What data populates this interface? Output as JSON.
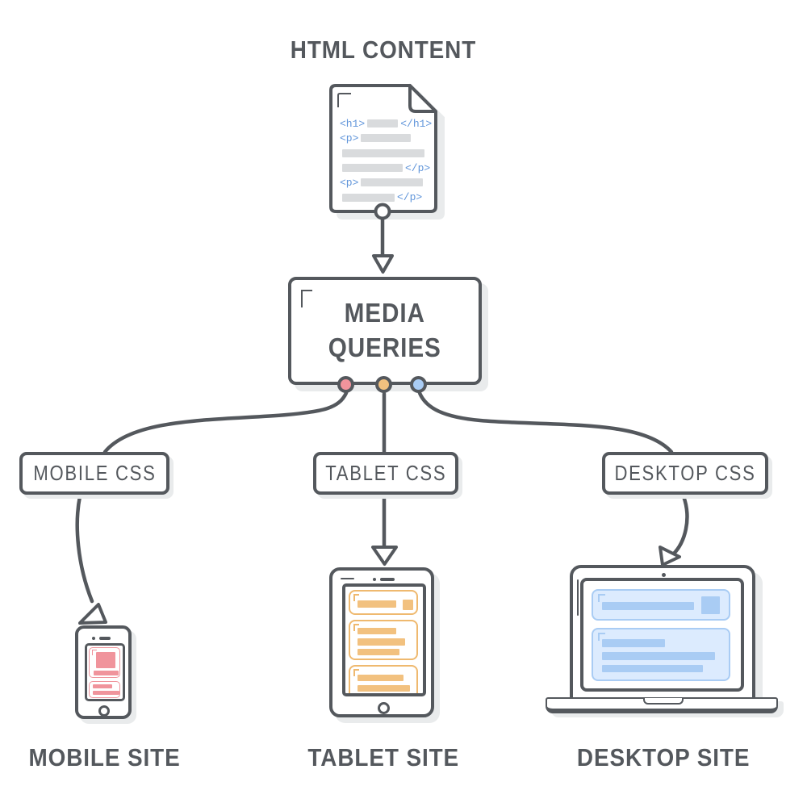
{
  "title": "HTML CONTENT",
  "colors": {
    "ink": "#54585d",
    "shadow": "#e9ebec",
    "code_blue": "#6095da",
    "bar_gray": "#d9dbdd",
    "pink": "#f0949c",
    "orange": "#f2c17f",
    "orange_border": "#efb96f",
    "blue": "#a9ccf4",
    "blue_fill": "#dcebfe",
    "blue_border": "#a9ccf4"
  },
  "document": {
    "code_lines": [
      {
        "open": "<h1>",
        "bar": 38,
        "close": "</h1>"
      },
      {
        "open": "<p>",
        "bar": 62,
        "close": ""
      },
      {
        "open": "",
        "bar": 102,
        "close": ""
      },
      {
        "open": "",
        "bar": 75,
        "close": "</p>"
      },
      {
        "open": "<p>",
        "bar": 77,
        "close": ""
      },
      {
        "open": "",
        "bar": 65,
        "close": "</p>"
      }
    ]
  },
  "media_queries": {
    "line1": "MEDIA",
    "line2": "QUERIES",
    "dots": [
      {
        "name": "mobile-dot",
        "color": "#f0949c"
      },
      {
        "name": "tablet-dot",
        "color": "#f2c17f"
      },
      {
        "name": "desktop-dot",
        "color": "#a9ccf4"
      }
    ]
  },
  "css_boxes": [
    {
      "label": "MOBILE CSS"
    },
    {
      "label": "TABLET CSS"
    },
    {
      "label": "DESKTOP CSS"
    }
  ],
  "site_labels": [
    {
      "label": "MOBILE SITE"
    },
    {
      "label": "TABLET SITE"
    },
    {
      "label": "DESKTOP SITE"
    }
  ]
}
